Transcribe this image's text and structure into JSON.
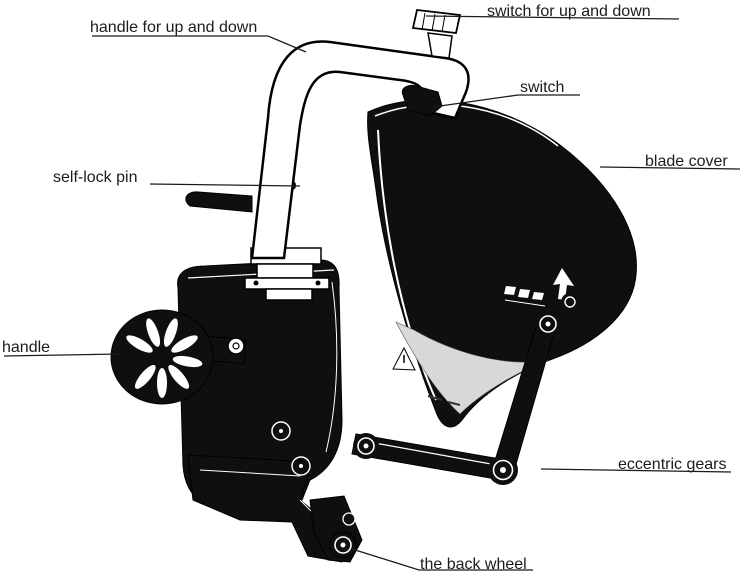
{
  "figure": {
    "kind": "labeled-parts-diagram",
    "subject_visible_text_only": true,
    "labels": [
      {
        "text": "handle for up and down"
      },
      {
        "text": "switch for up and down"
      },
      {
        "text": "switch"
      },
      {
        "text": "self-lock pin"
      },
      {
        "text": "blade cover"
      },
      {
        "text": "handle"
      },
      {
        "text": "eccentric gears"
      },
      {
        "text": "the back wheel"
      }
    ],
    "colors": {
      "ink": "#1b1b1b",
      "paper": "#ffffff",
      "shade": "#d8d8d8"
    }
  }
}
